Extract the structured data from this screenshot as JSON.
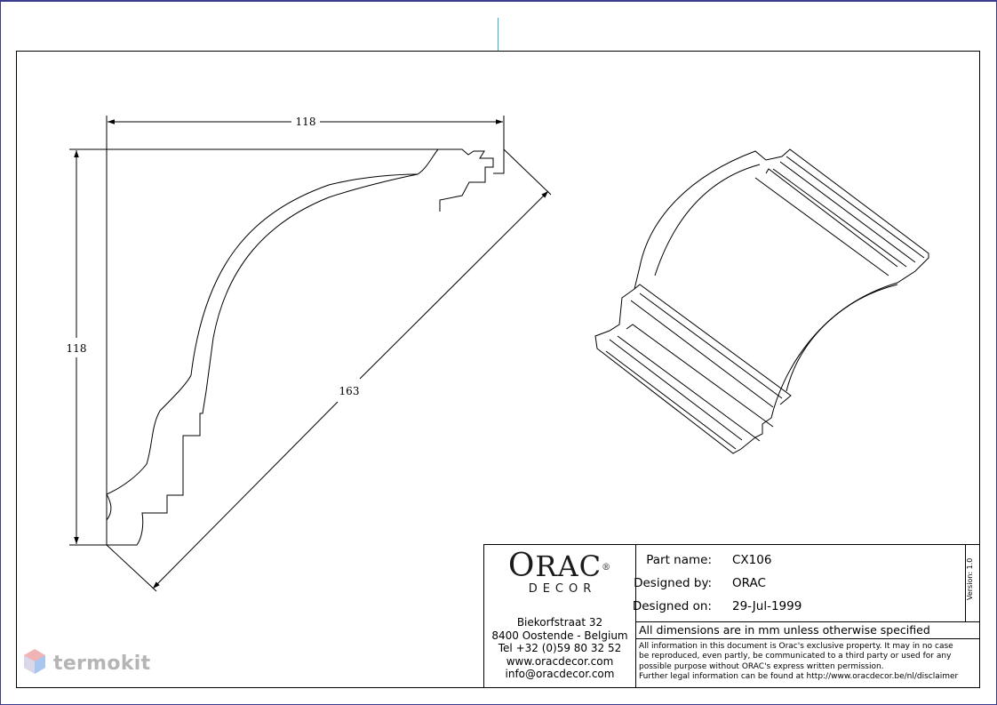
{
  "dimensions": {
    "width": "118",
    "height": "118",
    "diagonal": "163"
  },
  "logo": {
    "main_first": "O",
    "main_rest": "RAC",
    "registered": "®",
    "sub": "DECOR"
  },
  "address": {
    "street": "Biekorfstraat 32",
    "city": "8400 Oostende - Belgium",
    "tel": "Tel  +32 (0)59 80 32 52",
    "web": "www.oracdecor.com",
    "email": "info@oracdecor.com"
  },
  "fields": {
    "part_name_label": "Part name:",
    "part_name_value": "CX106",
    "designed_by_label": "Designed by:",
    "designed_by_value": "ORAC",
    "designed_on_label": "Designed on:",
    "designed_on_value": "29-Jul-1999"
  },
  "version": "Version: 1.0",
  "dims_note": "All dimensions are in mm unless otherwise specified",
  "legal": [
    "All information in this document is Orac's exclusive property.  It may in no case",
    "be reproduced, even partly, be communicated to a third party or used for any",
    "possible purpose without ORAC's express written permission.",
    "Further legal information can be found at http://www.oracdecor.be/nl/disclaimer"
  ],
  "watermark": {
    "text": "termokit",
    "colors": [
      "#f08a8a",
      "#8ab4f0",
      "#c8c8c8"
    ]
  }
}
